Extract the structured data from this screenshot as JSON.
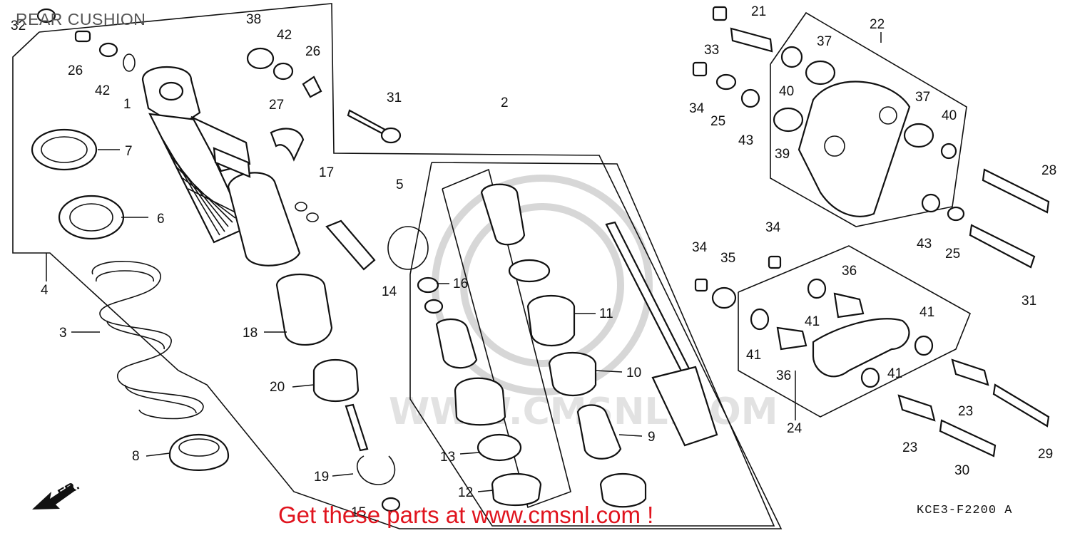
{
  "title": "REAR CUSHION",
  "footer_text": "Get these parts at www.cmsnl.com !",
  "diagram_code": "KCE3-F2200 A",
  "direction_label": "FR.",
  "watermark_text": "WWW.CMSNL.COM",
  "colors": {
    "footer": "#e0141e",
    "line": "#111111",
    "watermark": "#d7d7d7"
  },
  "callouts": [
    "32",
    "26",
    "42",
    "1",
    "38",
    "42",
    "26",
    "27",
    "31",
    "7",
    "6",
    "17",
    "2",
    "5",
    "4",
    "3",
    "14",
    "16",
    "18",
    "11",
    "20",
    "10",
    "9",
    "8",
    "13",
    "19",
    "12",
    "15",
    "21",
    "33",
    "22",
    "37",
    "34",
    "25",
    "40",
    "43",
    "39",
    "37",
    "40",
    "28",
    "43",
    "25",
    "34",
    "34",
    "35",
    "36",
    "41",
    "41",
    "41",
    "36",
    "41",
    "31",
    "23",
    "23",
    "29",
    "24",
    "30"
  ]
}
